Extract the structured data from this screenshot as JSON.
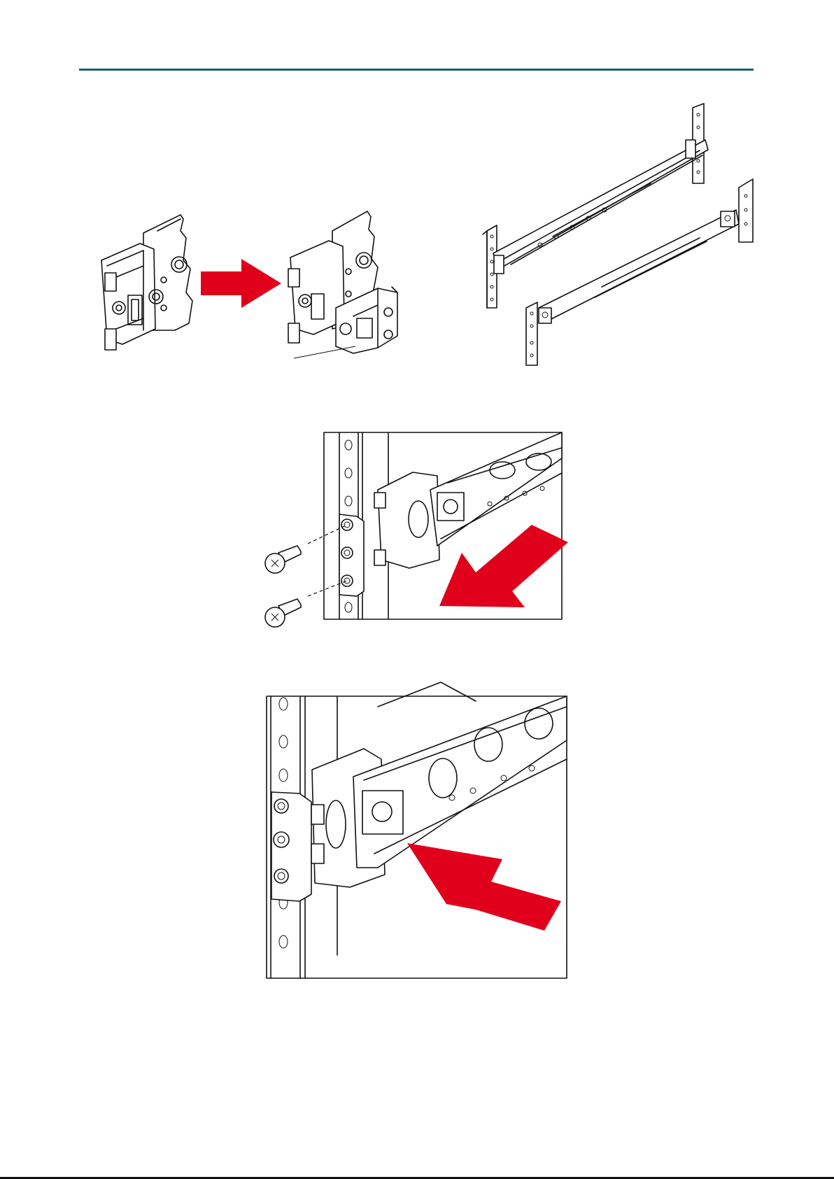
{
  "colors": {
    "header_rule": "#1c5d75",
    "arrow": "#e0001b",
    "line_art": "#111111",
    "background": "#ffffff"
  },
  "figures": [
    {
      "id": "latch-bracket-attach",
      "arrow_icon": "arrow-right-icon"
    },
    {
      "id": "rails-in-rack",
      "arrow_icon": ""
    },
    {
      "id": "rear-screw-fastening",
      "arrow_icon": "arrow-down-left-icon"
    },
    {
      "id": "rail-push-in",
      "arrow_icon": "arrow-up-left-icon"
    }
  ]
}
